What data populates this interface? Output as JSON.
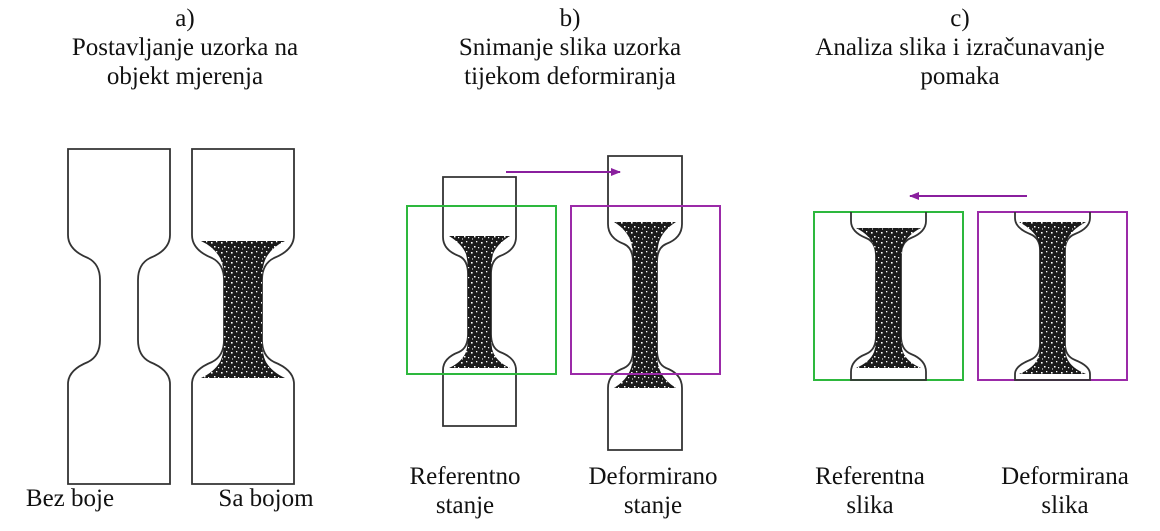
{
  "panels": {
    "a": {
      "letter": "a)",
      "title_lines": [
        "Postavljanje uzorka na",
        "objekt mjerenja"
      ],
      "labels": {
        "left": "Bez boje",
        "right": "Sa bojom"
      }
    },
    "b": {
      "letter": "b)",
      "title_lines": [
        "Snimanje slika uzorka",
        "tijekom deformiranja"
      ],
      "labels": {
        "left": [
          "Referentno",
          "stanje"
        ],
        "right": [
          "Deformirano",
          "stanje"
        ]
      }
    },
    "c": {
      "letter": "c)",
      "title_lines": [
        "Analiza slika i izračunavanje",
        "pomaka"
      ],
      "labels": {
        "left": [
          "Referentna",
          "slika"
        ],
        "right": [
          "Deformirana",
          "slika"
        ]
      }
    }
  },
  "colors": {
    "outline": "#333333",
    "speckle_fill": "#1b1b1b",
    "reference_frame": "#2db83d",
    "deformed_frame": "#9b2aa8",
    "arrow": "#8a1f9e"
  }
}
